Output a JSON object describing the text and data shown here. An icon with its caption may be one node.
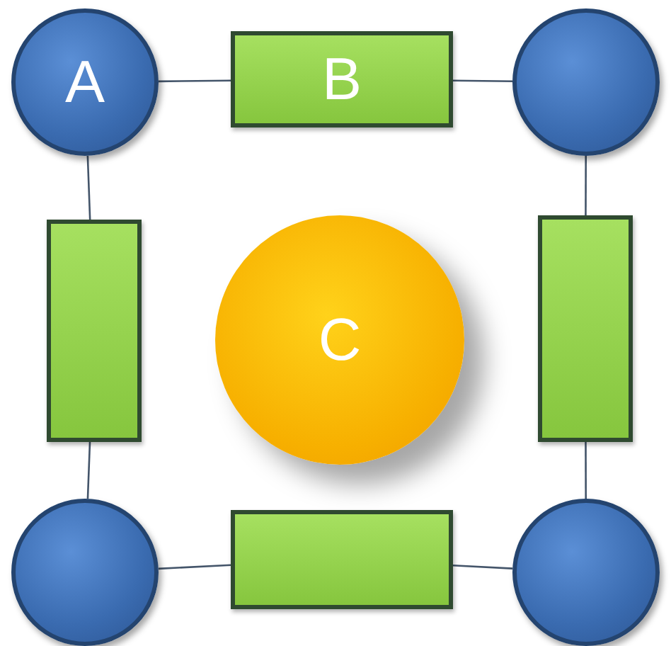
{
  "diagram": {
    "nodes": [
      {
        "text": [
          "A"
        ]
      },
      {
        "text": [
          "B"
        ]
      },
      {
        "text": [],
        "shape": "circle"
      },
      {
        "text": [],
        "shape": "box"
      },
      {
        "text": [
          "C"
        ]
      },
      {
        "text": [],
        "shape": "box"
      },
      {
        "text": [],
        "shape": "circle"
      },
      {
        "text": [],
        "shape": "box"
      },
      {
        "text": [],
        "shape": "circle"
      }
    ],
    "edges": [
      {
        "from": 0,
        "to": 1,
        "arrow": "none"
      },
      {
        "from": 1,
        "to": 2,
        "arrow": "none"
      },
      {
        "from": 2,
        "to": 5,
        "arrow": "none"
      },
      {
        "from": 5,
        "to": 8,
        "arrow": "none"
      },
      {
        "from": 8,
        "to": 7,
        "arrow": "none"
      },
      {
        "from": 7,
        "to": 6,
        "arrow": "none"
      },
      {
        "from": 6,
        "to": 3,
        "arrow": "none"
      },
      {
        "from": 3,
        "to": 0,
        "arrow": "none"
      }
    ]
  }
}
